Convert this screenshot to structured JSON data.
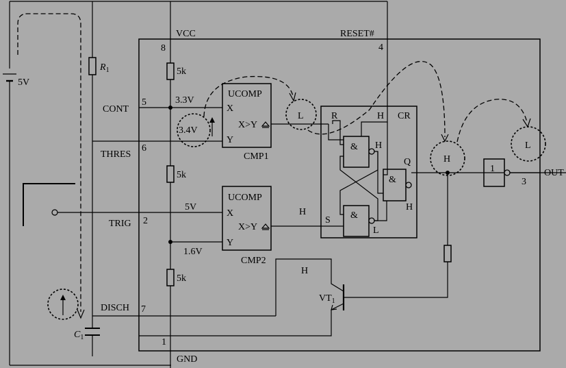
{
  "supply": {
    "battery": "5V",
    "r1": "R",
    "r1_sub": "1",
    "c1": "C",
    "c1_sub": "1"
  },
  "pins": {
    "vcc": "VCC",
    "vcc_num": "8",
    "reset": "RESET#",
    "reset_num": "4",
    "cont": "CONT",
    "cont_num": "5",
    "thres": "THRES",
    "thres_num": "6",
    "trig": "TRIG",
    "trig_num": "2",
    "disch": "DISCH",
    "disch_num": "7",
    "gnd": "GND",
    "gnd_num": "1",
    "out": "OUT",
    "out_num": "3"
  },
  "divider": {
    "r_top": "5k",
    "r_mid": "5k",
    "r_bot": "5k",
    "v_cont": "3.3V",
    "v_trig_ref": "1.6V",
    "v_trig_in": "5V"
  },
  "comparators": {
    "cmp1": {
      "title": "UCOMP",
      "x": "X",
      "y": "Y",
      "out": "X>Y",
      "name": "CMP1",
      "y_value": "3.4V"
    },
    "cmp2": {
      "title": "UCOMP",
      "x": "X",
      "y": "Y",
      "out": "X>Y",
      "name": "CMP2",
      "out_level": "H"
    }
  },
  "flipflop": {
    "name": "CR",
    "r": "R",
    "s": "S",
    "q": "Q",
    "gate": "&",
    "reset_level": "H",
    "top_out": "H",
    "bottom_out": "L",
    "q_gate_out": "H"
  },
  "states": {
    "cmp1_out": "L",
    "q_node": "H",
    "out_node": "L",
    "vt_base": "H"
  },
  "inverter": {
    "label": "1"
  },
  "transistor": {
    "name": "VT",
    "sub": "1"
  }
}
